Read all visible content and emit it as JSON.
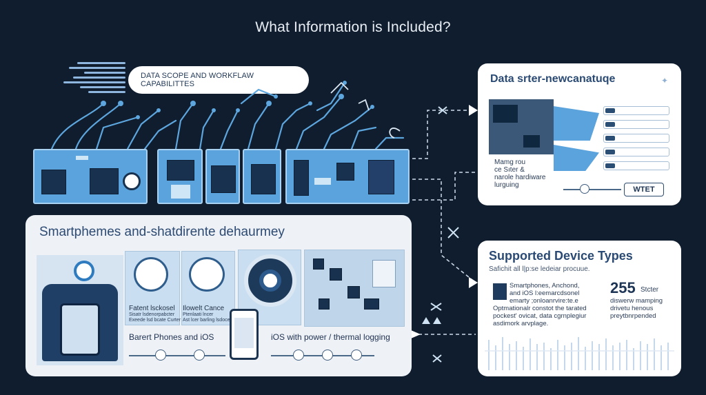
{
  "title": "What Information is Included?",
  "scope_banner": {
    "label": "DATA SCOPE AND WORKFLAW CAPABILITTES"
  },
  "panel_bottom": {
    "heading": "Smartphemes and-shatdirente dehaurmey",
    "card1": {
      "line1": "Fatent lsckosel",
      "line2": "Sisatr lsdenorpabcter",
      "line3": "Exeede lsd bcate Curter"
    },
    "card2": {
      "line1": "Ilowelt Cance",
      "line2": "Ptenlaati lncer",
      "line3": "Ast lcer barling lsdocer"
    },
    "caption_left": "Barert Phones and iOS",
    "caption_right": "iOS with power / thermal logging"
  },
  "panel_right_top": {
    "heading": "Data srter-newcanatuqe",
    "body_line1": "Mamg rou",
    "body_line2": "ce Sıter &",
    "body_line3": "narole hardiware",
    "body_line4": "lurguing",
    "button": "WTET"
  },
  "panel_right_bottom": {
    "heading": "Supported Device Types",
    "subheading": "Safichit all l|p:se ledeiar procuue.",
    "left_line1": "Smartphones, Anchond,",
    "left_line2": "and iOS l:eemarcdsonel",
    "left_line3": "emarty ;onloanrvire:te.e",
    "left_line4": "Optmationalr constot the tarated",
    "left_line5": "pockest' ovicat, data cgrnplegiur",
    "left_line6": "asdimork arvplage.",
    "stat_value": "255",
    "stat_label": "Stcter",
    "right_line1": "diswerw mamping",
    "right_line2": "drivetu henous",
    "right_line3": "preytbnrpended"
  },
  "colors": {
    "background": "#0f1d2e",
    "module_blue": "#5aa3dc",
    "navy": "#1e3a5a",
    "panel": "#ffffff"
  },
  "icons": [
    "target-icon",
    "lock-icon",
    "browser-icon",
    "dashboard-icon",
    "gear-icon",
    "chip-icon",
    "phone-icon",
    "house-icon",
    "play-icon",
    "chart-icon"
  ]
}
